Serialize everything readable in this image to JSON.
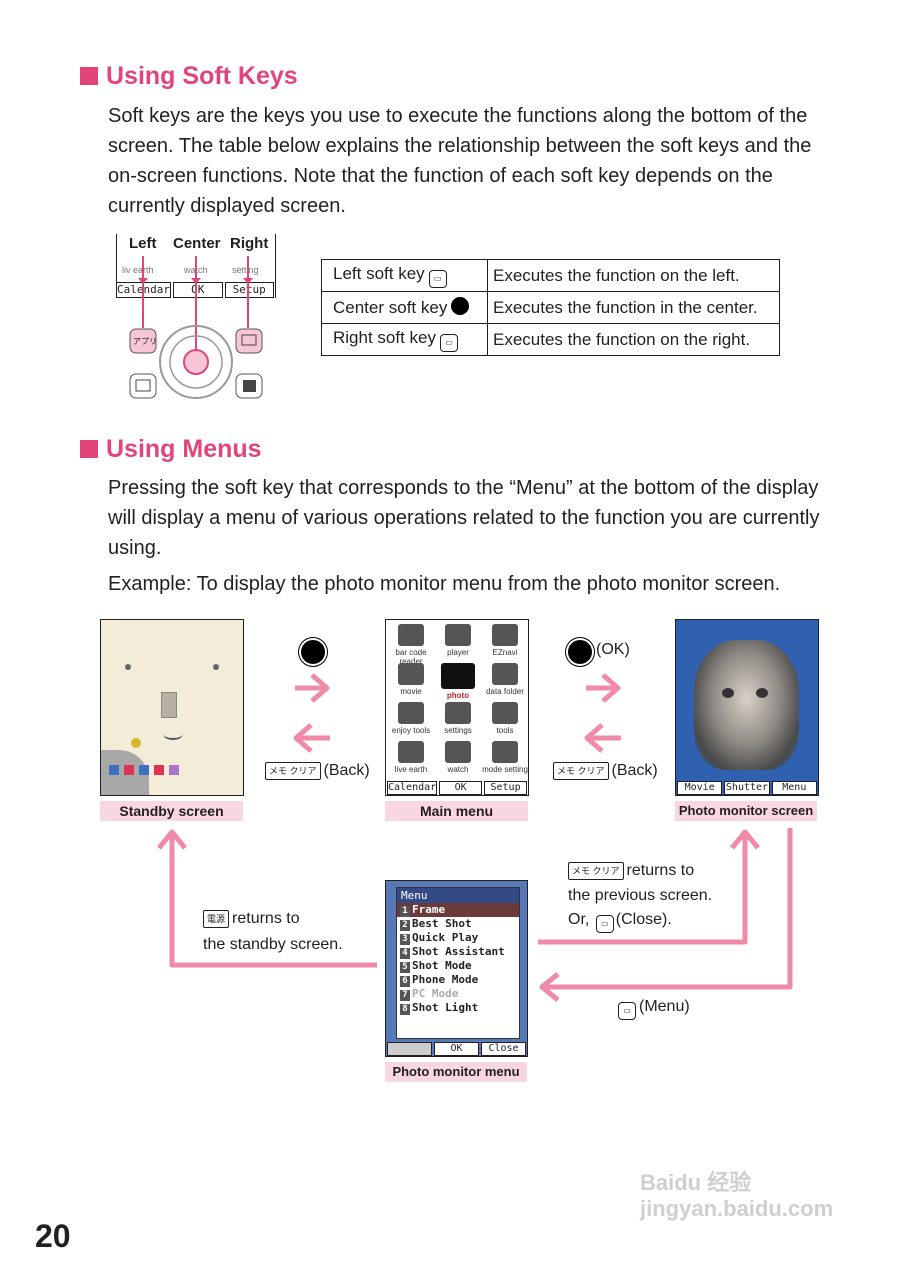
{
  "soft_keys": {
    "title": "Using Soft Keys",
    "body": "Soft keys are the keys you use to execute the functions along the bottom of the screen. The table below explains the relationship between the soft keys and the on-screen functions. Note that the function of each soft key depends on the currently displayed screen.",
    "diagram": {
      "label_left": "Left",
      "label_center": "Center",
      "label_right": "Right",
      "sub_left": "liv earth",
      "sub_center": "watch",
      "sub_right": "setting",
      "soft_left": "Calendar",
      "soft_center": "OK",
      "soft_right": "Setup",
      "apps_key": "アプリ"
    },
    "table": [
      {
        "key": "Left soft key",
        "desc": "Executes the function on the left."
      },
      {
        "key": "Center soft key",
        "desc": "Executes the function in the center."
      },
      {
        "key": "Right soft key",
        "desc": "Executes the function on the right."
      }
    ]
  },
  "menus": {
    "title": "Using Menus",
    "body": "Pressing the soft key that corresponds to the “Menu” at the bottom of the display will display a menu of various operations related to the function you are currently using.",
    "example": "Example: To display the photo monitor menu from the photo monitor screen."
  },
  "flow": {
    "back_1": "(Back)",
    "back_2": "(Back)",
    "ok": "(OK)",
    "captions": {
      "standby": "Standby screen",
      "main_menu": "Main menu",
      "photo_monitor": "Photo monitor screen",
      "photo_menu": "Photo monitor menu"
    },
    "returns_standby_1": "returns to",
    "returns_standby_2": "the standby screen.",
    "returns_prev_1": "returns to",
    "returns_prev_2": "the previous screen.",
    "returns_prev_3": "Or,",
    "close_label": "(Close).",
    "menu_label": "(Menu)",
    "clear_key": "メモ クリア",
    "power_key": "電源"
  },
  "main_menu_items": [
    {
      "label": "bar code reader"
    },
    {
      "label": "player"
    },
    {
      "label": "EZnavi"
    },
    {
      "label": "movie"
    },
    {
      "label": "photo"
    },
    {
      "label": "data folder"
    },
    {
      "label": "enjoy tools"
    },
    {
      "label": "settings"
    },
    {
      "label": "tools"
    },
    {
      "label": "live earth"
    },
    {
      "label": "watch"
    },
    {
      "label": "mode setting"
    }
  ],
  "main_menu_soft": [
    "Calendar",
    "OK",
    "Setup"
  ],
  "photo_soft": [
    "Movie",
    "Shutter",
    "Menu"
  ],
  "photo_menu": {
    "title": "Menu",
    "items": [
      "Frame",
      "Best Shot",
      "Quick Play",
      "Shot Assistant",
      "Shot Mode",
      "Phone Mode",
      "PC Mode",
      "Shot Light"
    ],
    "soft": [
      "",
      "OK",
      "Close"
    ]
  },
  "page_number": "20",
  "watermark": "Baidu 经验 jingyan.baidu.com",
  "colors": {
    "accent": "#e2457a",
    "caption_bg": "#f8d7e1",
    "arrow": "#ef8aa7"
  }
}
